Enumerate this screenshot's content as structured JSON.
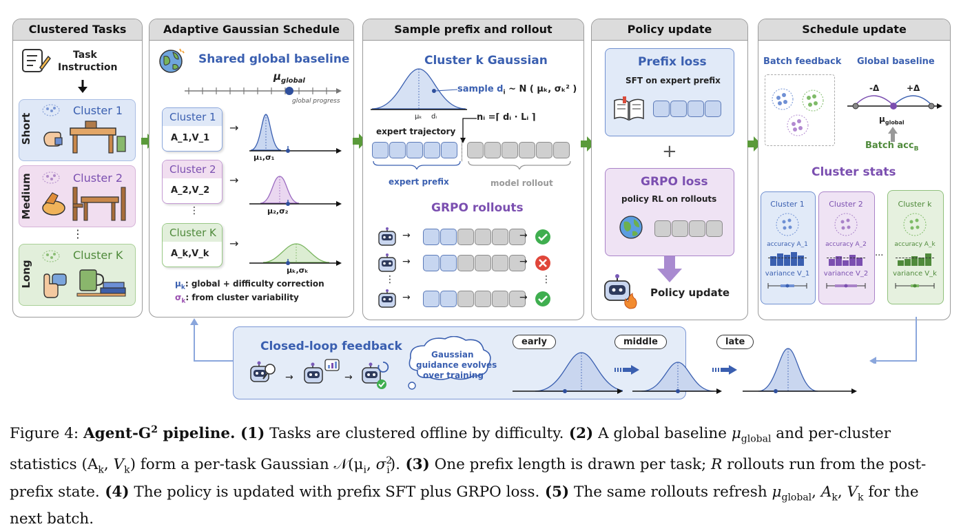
{
  "panels": {
    "clustered": {
      "title": "Clustered Tasks",
      "task_label": "Task",
      "instruction_label": "Instruction",
      "clusters": [
        {
          "side": "Short",
          "name": "Cluster 1"
        },
        {
          "side": "Medium",
          "name": "Cluster 2"
        },
        {
          "side": "Long",
          "name": "Cluster K"
        }
      ],
      "ellipsis": "⋮"
    },
    "adaptive": {
      "title": "Adaptive Gaussian Schedule",
      "baseline_title": "Shared global baseline",
      "mu_global": "μ",
      "mu_global_sub": "global",
      "global_progress": "global progress",
      "cards": [
        {
          "name": "Cluster 1",
          "vals": "A_1,V_1",
          "params": "μ₁,σ₁"
        },
        {
          "name": "Cluster 2",
          "vals": "A_2,V_2",
          "params": "μ₂,σ₂"
        },
        {
          "name": "Cluster K",
          "vals": "A_k,V_k",
          "params": "μₖ,σₖ"
        }
      ],
      "card_ellipsis": "⋮",
      "legend_mu_sym": "μ",
      "legend_mu_sub": "k",
      "legend_mu": ": global + difficulty correction",
      "legend_sigma_sym": "σ",
      "legend_sigma_sub": "k",
      "legend_sigma": ": from cluster variability"
    },
    "sample": {
      "title": "Sample prefix and rollout",
      "gaussian_title": "Cluster k Gaussian",
      "sample_text": "sample d",
      "sample_sub": "i",
      "sample_dist": " ~ N ( μₖ,  σₖ² )",
      "mu_k": "μₖ",
      "d_i": "dᵢ",
      "ni_formula": "nᵢ =⌈ dᵢ · Lᵢ ⌉",
      "expert_trajectory": "expert trajectory",
      "expert_prefix": "expert prefix",
      "model_rollout": "model rollout",
      "grpo_title": "GRPO rollouts",
      "arrow": "→",
      "ellipsis": "⋮"
    },
    "policy": {
      "title": "Policy update",
      "prefix_loss_title": "Prefix loss",
      "prefix_loss_desc": "SFT on expert prefix",
      "plus": "+",
      "grpo_loss_title": "GRPO loss",
      "grpo_loss_desc": "policy RL on rollouts",
      "update_label": "Policy update"
    },
    "schedule": {
      "title": "Schedule update",
      "batch_feedback": "Batch feedback",
      "global_baseline": "Global baseline",
      "minus_delta": "-Δ",
      "plus_delta": "+Δ",
      "mu_global": "μ",
      "mu_global_sub": "global",
      "batch_acc": "Batch acc",
      "batch_acc_sub": "B",
      "cluster_stats_title": "Cluster stats",
      "stats": [
        {
          "name": "Cluster 1",
          "accuracy": "accuracy A_1",
          "variance": "variance V_1"
        },
        {
          "name": "Cluster 2",
          "accuracy": "accuracy A_2",
          "variance": "variance V_2"
        },
        {
          "name": "Cluster k",
          "accuracy": "accuracy A_k",
          "variance": "variance V_k"
        }
      ],
      "stats_ellipsis": "..."
    }
  },
  "feedback": {
    "title": "Closed-loop feedback",
    "cloud_text": [
      "Gaussian",
      "guidance evolves",
      "over training"
    ],
    "stages": [
      "early",
      "middle",
      "late"
    ]
  },
  "caption": {
    "figure": "Figure 4: ",
    "name": "Agent-G",
    "sup": "2",
    "pipeline": " pipeline.",
    "s1n": " (1)",
    "s1": " Tasks are clustered offline by difficulty.",
    "s2n": " (2)",
    "s2a": " A global baseline ",
    "mu": "μ",
    "mu_sub": "global",
    "s2b": " and per-cluster statistics ",
    "stats": "(A",
    "s2c": " form a per-task Gaussian ",
    "gauss": "𝒩(μ",
    "s3n": " (3)",
    "s3": " One prefix length is drawn per task; ",
    "R": "R",
    "s3b": " rollouts run from the post-prefix state.",
    "s4n": " (4)",
    "s4": " The policy is updated with prefix SFT plus GRPO loss.",
    "s5n": " (5)",
    "s5": " The same rollouts refresh ",
    "tail": " for the next batch."
  },
  "colors": {
    "blue": "#3a5fb0",
    "purple": "#7b4fb0",
    "green": "#4f8a3b",
    "arrow_green": "#5a9a3a",
    "cluster1_bg": "#dfe8f7",
    "cluster2_bg": "#f1def0",
    "clusterk_bg": "#e2efdb"
  }
}
